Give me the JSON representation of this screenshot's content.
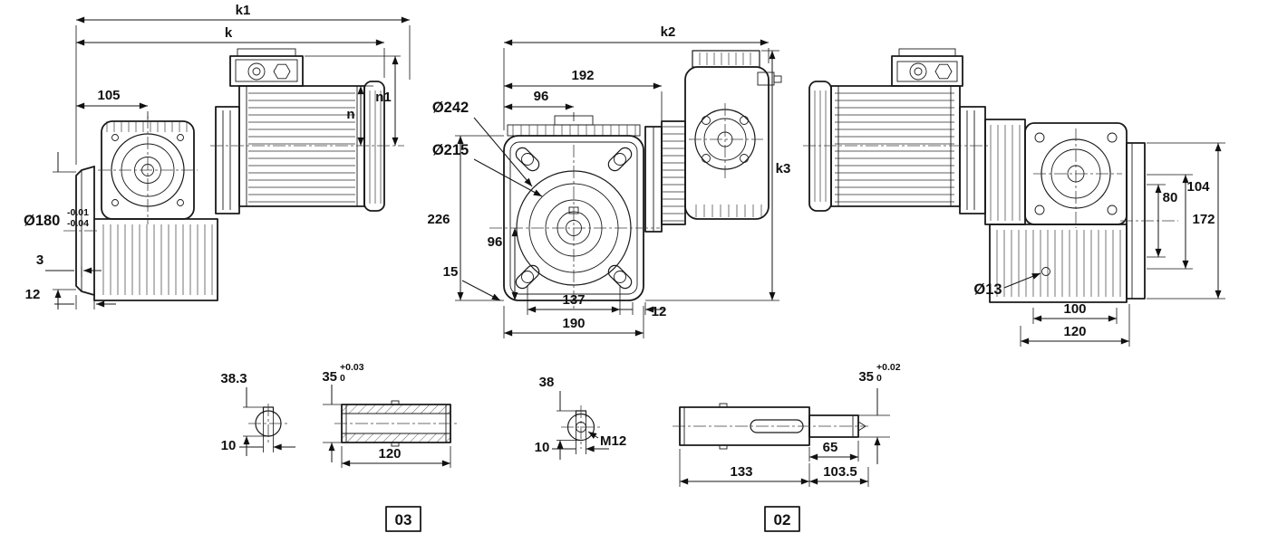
{
  "left_view": {
    "k1": "k1",
    "k": "k",
    "dim_105": "105",
    "n1": "n1",
    "n": "n",
    "dia_180": "Ø180",
    "tol_upper": "-0.01",
    "tol_lower": "-0.04",
    "dim_3": "3",
    "dim_12": "12"
  },
  "front_view": {
    "k2": "k2",
    "k3": "k3",
    "dim_192": "192",
    "dim_96_top": "96",
    "dia_242": "Ø242",
    "dia_215": "Ø215",
    "dim_226": "226",
    "dim_96_left": "96",
    "dim_15": "15",
    "dim_137": "137",
    "dim_12": "12",
    "dim_190": "190"
  },
  "right_view": {
    "dim_80": "80",
    "dim_104": "104",
    "dim_172": "172",
    "dia_13": "Ø13",
    "dim_100": "100",
    "dim_120": "120"
  },
  "shaft_detail_03": {
    "dim_38_3": "38.3",
    "dim_10": "10",
    "dim_35": "35",
    "tol_upper": "+0.03",
    "tol_lower": "0",
    "dim_120": "120",
    "tag": "03"
  },
  "shaft_detail_02": {
    "dim_38": "38",
    "dim_10": "10",
    "thread": "M12",
    "dim_35": "35",
    "tol_upper": "+0.02",
    "tol_lower": "0",
    "dim_65": "65",
    "dim_133": "133",
    "dim_103_5": "103.5",
    "tag": "02"
  }
}
